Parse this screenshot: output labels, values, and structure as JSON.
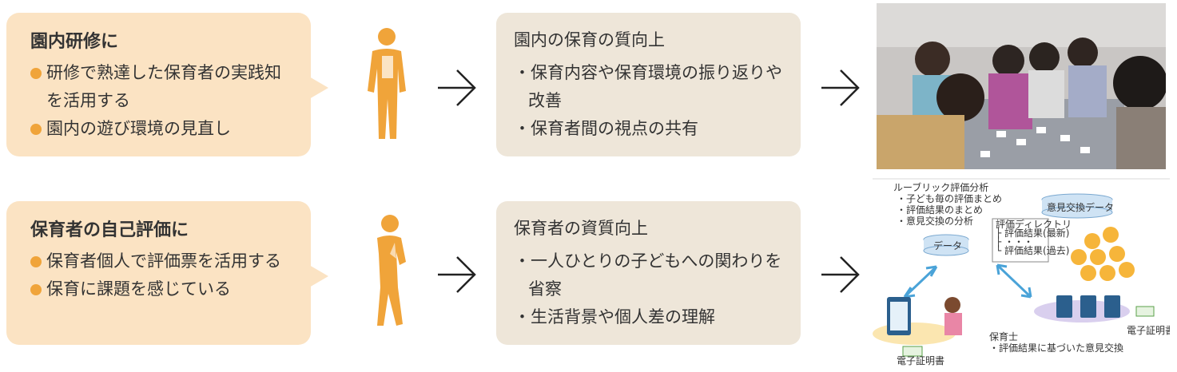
{
  "row1": {
    "bubble": {
      "title": "園内研修に",
      "items": [
        "研修で熟達した保育者の実践知を活用する",
        "園内の遊び環境の見直し"
      ]
    },
    "panel": {
      "title": "園内の保育の質向上",
      "items": [
        "・保育内容や保育環境の振り返りや改善",
        "・保育者間の視点の共有"
      ]
    }
  },
  "row2": {
    "bubble": {
      "title": "保育者の自己評価に",
      "items": [
        "保育者個人で評価票を活用する",
        "保育に課題を感じている"
      ]
    },
    "panel": {
      "title": "保育者の資質向上",
      "items": [
        "・一人ひとりの子どもへの関わりを省察",
        "・生活背景や個人差の理解"
      ]
    }
  },
  "infographic": {
    "heading": "ルーブリック評価分析",
    "bullets": [
      "・子ども毎の評価まとめ",
      "・評価結果のまとめ",
      "・意見交換の分析"
    ],
    "data_label": "データ",
    "exchange_data_label": "意見交換データ",
    "directory": [
      "評価ディレクトリ",
      "├ 評価結果(最新)",
      "├ ・・・",
      "└ 評価結果(過去)"
    ],
    "cert_left": "電子証明書",
    "cert_right": "電子証明書",
    "caregiver_title": "保育士",
    "caregiver_item": "・評価結果に基づいた意見交換"
  },
  "colors": {
    "bubble": "#fbe3c3",
    "dot": "#f0a43a",
    "panel": "#eee6d9",
    "person": "#f0a43a"
  }
}
